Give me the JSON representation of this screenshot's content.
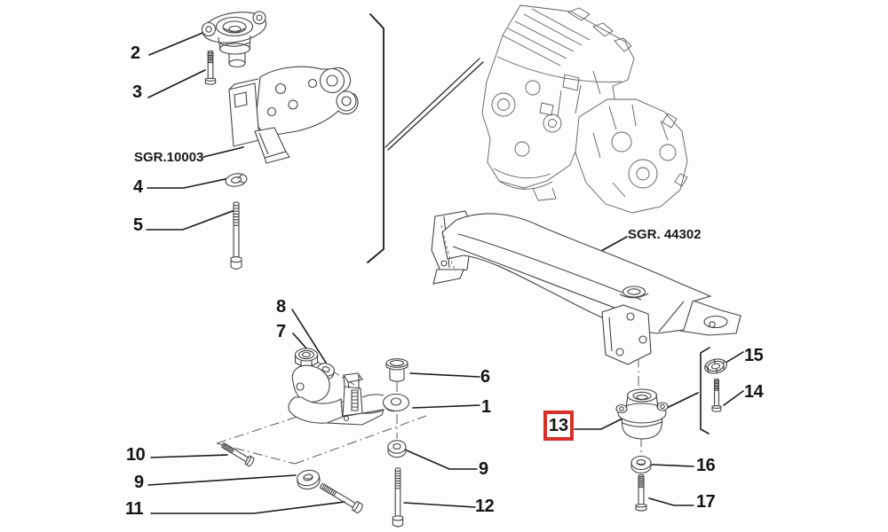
{
  "figure": {
    "type": "exploded-parts-diagram",
    "background": "#fffdfc",
    "line_color": "#444444",
    "highlight_color": "#d63029",
    "highlighted_callout": "13",
    "callouts": {
      "c1": "1",
      "c2": "2",
      "c3": "3",
      "c4": "4",
      "c5": "5",
      "c6": "6",
      "c7": "7",
      "c8": "8",
      "c9_left": "9",
      "c9_right": "9",
      "c10": "10",
      "c11": "11",
      "c12": "12",
      "c13": "13",
      "c14": "14",
      "c15": "15",
      "c16": "16",
      "c17": "17"
    },
    "group_refs": {
      "top_left": "SGR.10003",
      "center": "SGR. 44302"
    },
    "parts": [
      {
        "callout": "1",
        "part": "mounting-bracket"
      },
      {
        "callout": "2",
        "part": "engine-mount"
      },
      {
        "callout": "3",
        "part": "bolt"
      },
      {
        "callout": "4",
        "part": "lock-washer"
      },
      {
        "callout": "5",
        "part": "bolt"
      },
      {
        "callout": "6",
        "part": "bushing"
      },
      {
        "callout": "7",
        "part": "nut"
      },
      {
        "callout": "8",
        "part": "washer"
      },
      {
        "callout": "9",
        "part": "washer"
      },
      {
        "callout": "10",
        "part": "bolt"
      },
      {
        "callout": "11",
        "part": "bolt"
      },
      {
        "callout": "12",
        "part": "bolt"
      },
      {
        "callout": "13",
        "part": "rubber-mount",
        "highlighted": true
      },
      {
        "callout": "14",
        "part": "bolt"
      },
      {
        "callout": "15",
        "part": "nut"
      },
      {
        "callout": "16",
        "part": "washer"
      },
      {
        "callout": "17",
        "part": "bolt"
      },
      {
        "callout": "SGR.10003",
        "part": "engine-support-bracket-assembly"
      },
      {
        "callout": "SGR. 44302",
        "part": "subframe-crossmember"
      }
    ]
  }
}
